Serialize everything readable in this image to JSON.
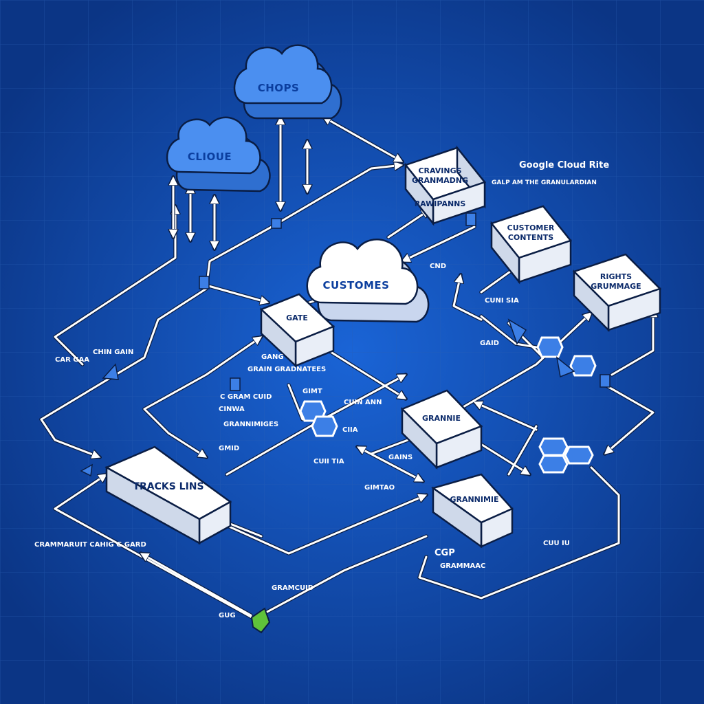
{
  "clouds": [
    {
      "id": "chops",
      "label": "CHOPS"
    },
    {
      "id": "cloue",
      "label": "CLIOUE"
    },
    {
      "id": "customes",
      "label": "CUSTOMES"
    }
  ],
  "boxes": [
    {
      "id": "top-box",
      "lines": [
        "CRAVINGS",
        "GRANMADNG",
        "RAWIPANNS"
      ]
    },
    {
      "id": "mid-right-box",
      "lines": [
        "CUSTOMER",
        "CONTENTS"
      ]
    },
    {
      "id": "right-box",
      "lines": [
        "RIGHTS",
        "GRUMMAGE"
      ]
    },
    {
      "id": "center-box",
      "lines": [
        "GATE"
      ]
    },
    {
      "id": "lower-center-box",
      "lines": [
        "GRANNIE"
      ]
    },
    {
      "id": "tracks-box",
      "lines": [
        "TRACKS LINS"
      ]
    },
    {
      "id": "bottom-box",
      "lines": [
        "GRANNIMIE"
      ]
    }
  ],
  "notes": {
    "google_cloud": "Google Cloud Rite",
    "google_cloud_sub": "GALP AM THE GRANULARDIAN",
    "cnd": "CND",
    "cuni_sia": "CUNI SIA",
    "gaid": "GAID",
    "chin_gain": "CHIN GAIN",
    "car_gaa": "CAR GAA",
    "gang": "GANG",
    "grain_gradnatees": "GRAIN GRADNATEES",
    "c_gram_cuid": "C GRAM CUID",
    "cinwa": "CINWA",
    "grannimiges": "GRANNIMIGES",
    "gmid": "GMID",
    "cuin_ann": "CUIN ANN",
    "ciia": "CIIA",
    "gimt": "GIMT",
    "gains": "GAINS",
    "gimtao": "GIMTAO",
    "cuii_tia": "CUII TIA",
    "bottom_left": "CRAMMARUIT CAHIG G GARD",
    "gramcuid": "GRAMCUID",
    "gug": "GUG",
    "cgp": "CGP",
    "grammaac": "GRAMMAAC",
    "cuu_iu": "CUU IU"
  },
  "colors": {
    "background": "#0d3f94",
    "grid": "#2a5fb4",
    "cloud_blue": "#4b8ff0",
    "cloud_white": "#ffffff",
    "wire": "#ffffff",
    "outline": "#0a1d44",
    "node_blue": "#3c7fe6",
    "green_marker": "#5fc23a"
  }
}
